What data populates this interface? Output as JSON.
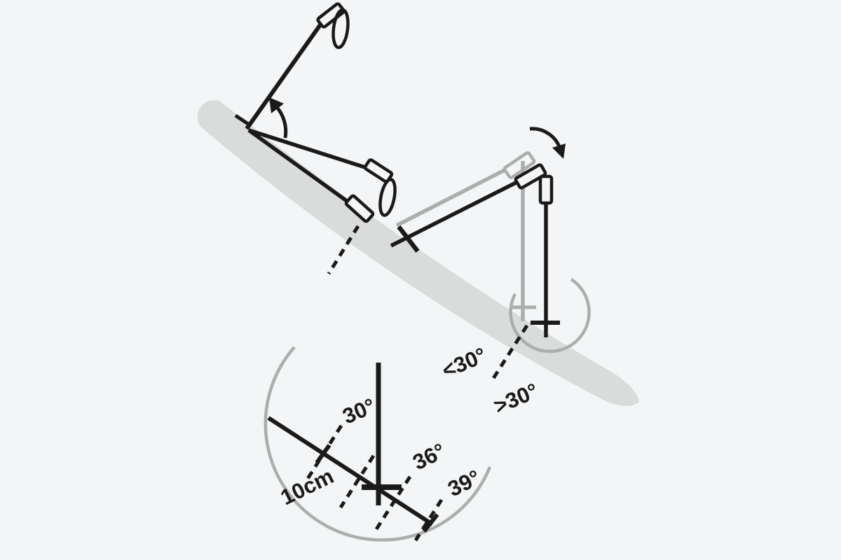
{
  "colors": {
    "background": "#f3f5f6",
    "ink": "#1a1a1a",
    "gray": "#acaeae",
    "slope_band": "#dadcdc"
  },
  "labels": {
    "angle_less_than_30": "<30°",
    "angle_greater_than_30": ">30°",
    "mark_30_deg": "30°",
    "mark_36_deg": "36°",
    "mark_39_deg": "39°",
    "distance_10cm": "10cm"
  }
}
